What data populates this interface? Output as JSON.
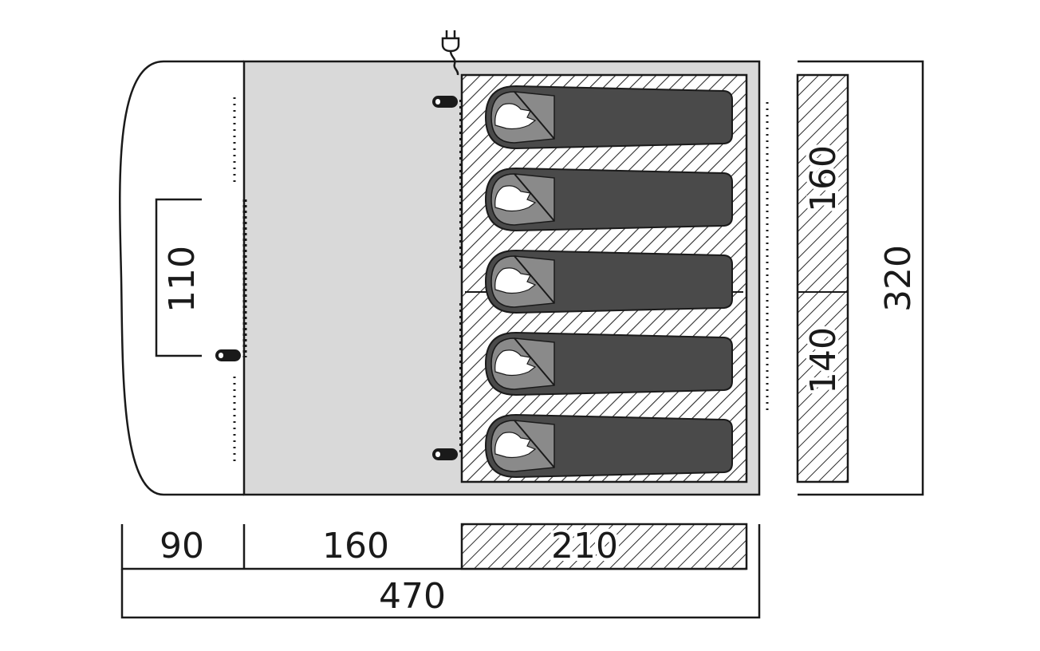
{
  "floorplan": {
    "porch_depth_label": "90",
    "living_depth_label": "160",
    "bedroom_depth_label": "210",
    "total_length_label": "470",
    "door_width_label": "110",
    "bedroom_section_1_label": "160",
    "bedroom_section_2_label": "140",
    "total_width_label": "320",
    "sleeping_places": 5,
    "icons": [
      "power-plug-icon",
      "light-hook-icon",
      "sleeping-bag-icon"
    ]
  },
  "colors": {
    "outline": "#1a1a1a",
    "living_floor": "#d9d9d9",
    "sleeping_bag": "#4a4a4a",
    "sleeping_bag_hood": "#8a8a8a",
    "hatch": "#2a2a2a"
  }
}
